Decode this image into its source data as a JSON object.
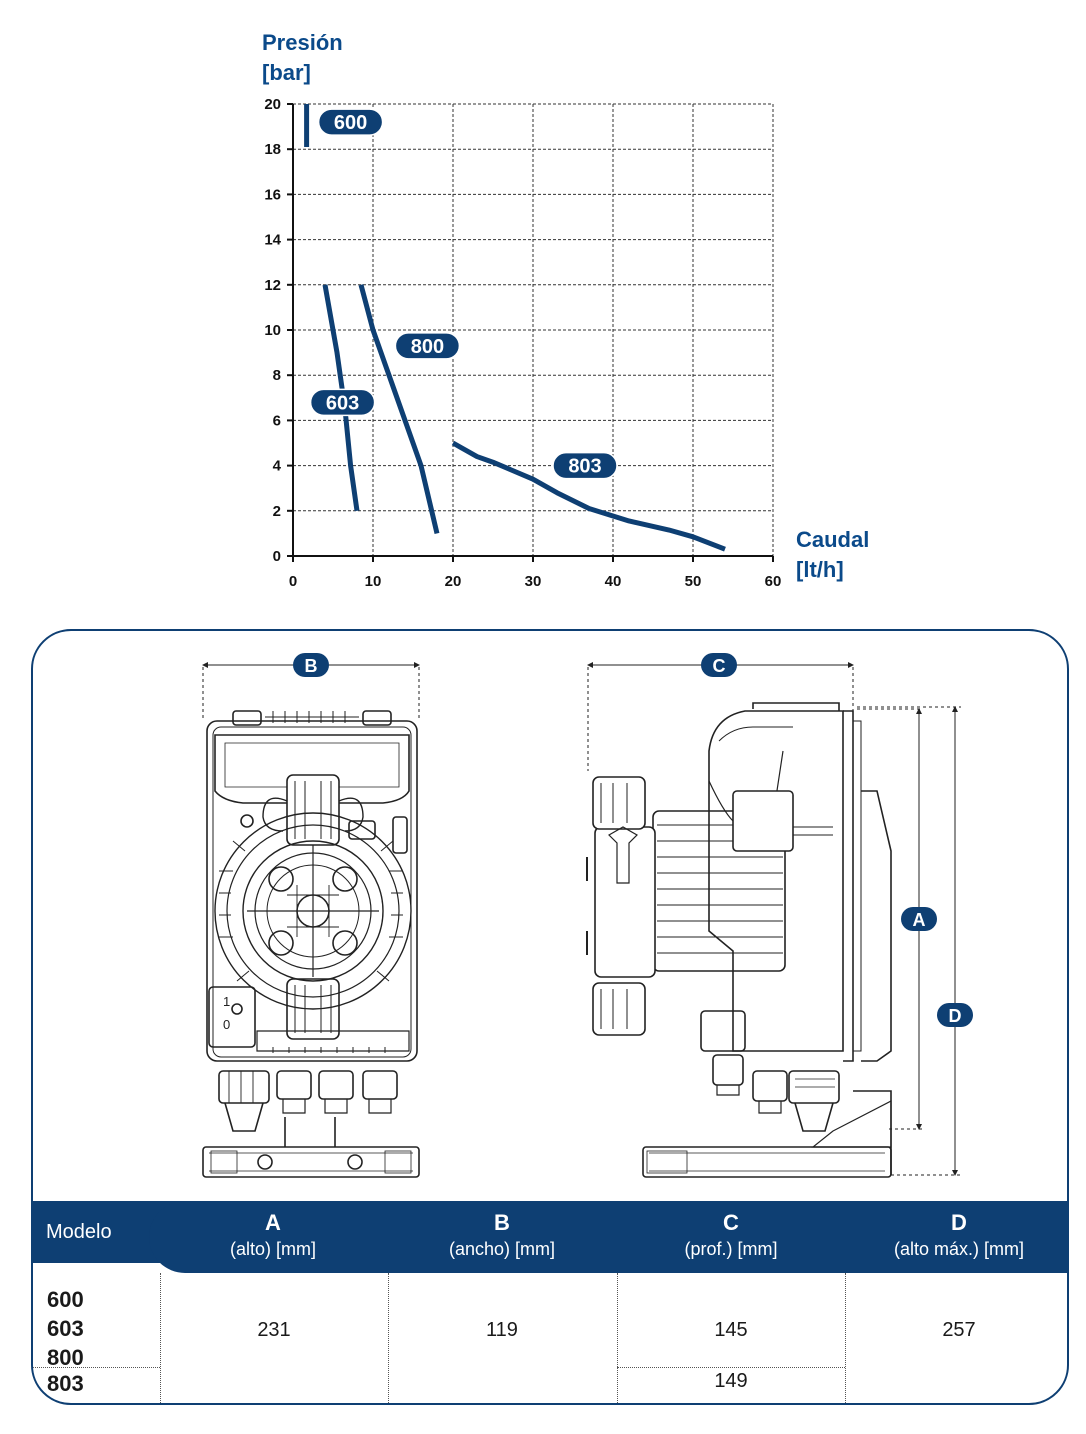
{
  "chart_data": {
    "type": "line",
    "title": "",
    "ylabel_lines": [
      "Presión",
      "[bar]"
    ],
    "xlabel_lines": [
      "Caudal",
      "[lt/h]"
    ],
    "xlim": [
      0,
      60
    ],
    "ylim": [
      0,
      20
    ],
    "xticks": [
      0,
      10,
      20,
      30,
      40,
      50,
      60
    ],
    "yticks": [
      0,
      2,
      4,
      6,
      8,
      10,
      12,
      14,
      16,
      18,
      20
    ],
    "grid": true,
    "series_color": "#0e3f73",
    "series": [
      {
        "name": "600",
        "x": [
          1.7,
          1.7
        ],
        "y": [
          20,
          18.1
        ],
        "label_at": [
          7.2,
          19.2
        ]
      },
      {
        "name": "603",
        "x": [
          4,
          5.5,
          6.5,
          7.2,
          8
        ],
        "y": [
          12,
          9,
          6.5,
          4,
          2
        ],
        "label_at": [
          6.2,
          6.8
        ]
      },
      {
        "name": "800",
        "x": [
          8.5,
          10,
          12.5,
          16,
          18
        ],
        "y": [
          12,
          10,
          7.5,
          4,
          1
        ],
        "label_at": [
          16.8,
          9.3
        ]
      },
      {
        "name": "803",
        "x": [
          20,
          21,
          23,
          25,
          27,
          30,
          33,
          37,
          42,
          47,
          50,
          54
        ],
        "y": [
          5,
          4.8,
          4.4,
          4.15,
          3.85,
          3.4,
          2.8,
          2.1,
          1.55,
          1.15,
          0.85,
          0.3
        ],
        "label_at": [
          36.5,
          4.0
        ]
      }
    ]
  },
  "drawings": {
    "front_view_dimension": "B",
    "side_view_dimensions": [
      "C",
      "A",
      "D"
    ],
    "front_markings": [
      "1",
      "0"
    ]
  },
  "table": {
    "model_header": "Modelo",
    "columns": [
      {
        "letter": "A",
        "sub": "(alto) [mm]"
      },
      {
        "letter": "B",
        "sub": "(ancho) [mm]"
      },
      {
        "letter": "C",
        "sub": "(prof.) [mm]"
      },
      {
        "letter": "D",
        "sub": "(alto máx.) [mm]"
      }
    ],
    "group_models": [
      "600",
      "603",
      "800"
    ],
    "model_803": "803",
    "values": {
      "A": "231",
      "B": "119",
      "C": "145",
      "C_803": "149",
      "D": "257"
    }
  }
}
